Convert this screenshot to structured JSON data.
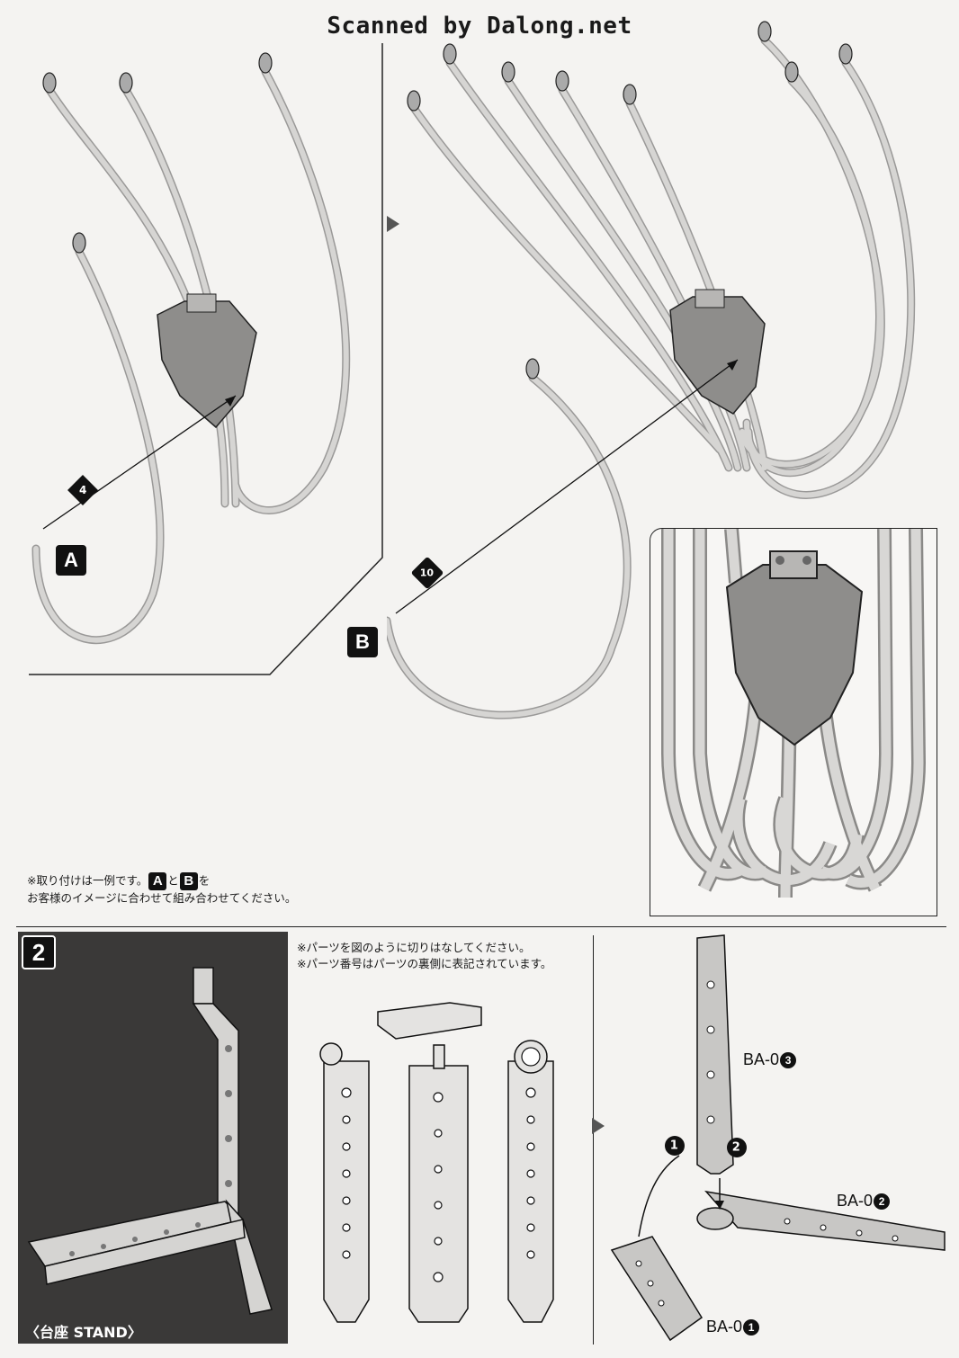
{
  "header": {
    "scan_credit": "Scanned by Dalong.net"
  },
  "step1": {
    "left": {
      "tag": "A",
      "step_number": "4"
    },
    "right": {
      "tag": "B",
      "step_number": "10"
    },
    "note_line1_prefix": "※取り付けは一例です。",
    "note_line1_tag_a": "A",
    "note_line1_mid": "と",
    "note_line1_tag_b": "B",
    "note_line1_suffix": "を",
    "note_line2": "お客様のイメージに合わせて組み合わせてください。"
  },
  "step2": {
    "step_label": "2",
    "stand_label": "〈台座 STAND〉",
    "note1": "※パーツを図のように切りはなしてください。",
    "note2": "※パーツ番号はパーツの裏側に表記されています。",
    "parts": [
      {
        "label": "BA-0",
        "num": "3"
      },
      {
        "label": "BA-0",
        "num": "2"
      },
      {
        "label": "BA-0",
        "num": "1"
      }
    ],
    "order": [
      "1",
      "2"
    ]
  },
  "colors": {
    "ink": "#1a1a1a",
    "paper": "#f4f3f1",
    "tube": "#c9c8c6",
    "dark_panel": "#3a3938"
  }
}
